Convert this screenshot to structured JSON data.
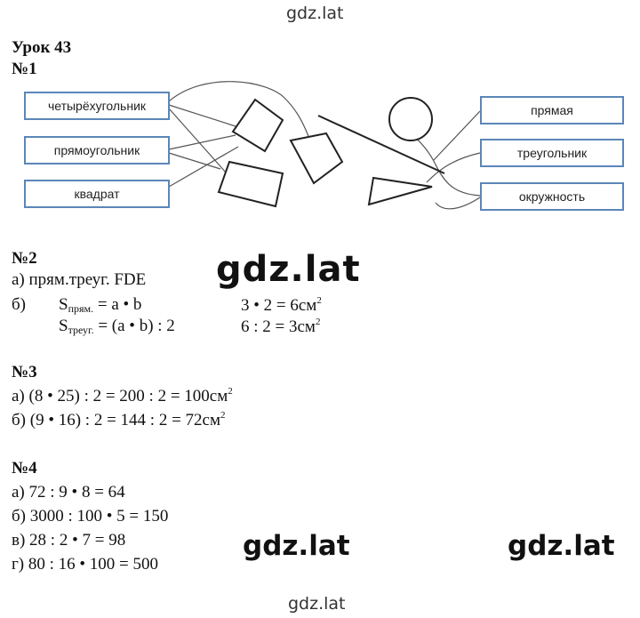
{
  "watermark": {
    "top": "gdz.lat",
    "bottom": "gdz.lat",
    "big": "gdz.lat",
    "mid1": "gdz.lat",
    "mid2": "gdz.lat"
  },
  "lesson": {
    "title": "Урок 43"
  },
  "task1": {
    "number": "№1",
    "left_labels": [
      "четырёхугольник",
      "прямоугольник",
      "квадрат"
    ],
    "right_labels": [
      "прямая",
      "треугольник",
      "окружность"
    ]
  },
  "task2": {
    "number": "№2",
    "a": "а) прям.треуг. FDE",
    "b_label": "б)",
    "s1_main": "S",
    "s1_sub": "прям.",
    "s1_rest": " = a • b",
    "s2_main": "S",
    "s2_sub": "треуг.",
    "s2_rest": " = (a • b) : 2",
    "calc1": "3 • 2 = 6см",
    "calc1_sup": "2",
    "calc2": "6 : 2 = 3см",
    "calc2_sup": "2"
  },
  "task3": {
    "number": "№3",
    "a": "а) (8 • 25) : 2 = 200 : 2 = 100см",
    "a_sup": "2",
    "b": "б) (9 • 16) : 2 = 144 : 2 = 72см",
    "b_sup": "2"
  },
  "task4": {
    "number": "№4",
    "lines": [
      "а) 72 : 9 • 8 = 64",
      "б) 3000 : 100 • 5 = 150",
      "в) 28 : 2 • 7 = 98",
      "г) 80 : 16 • 100 = 500"
    ]
  }
}
